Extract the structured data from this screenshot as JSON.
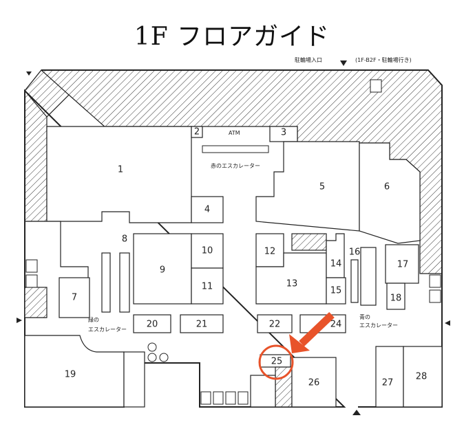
{
  "title": "1F フロアガイド",
  "top_entrance": {
    "label": "駐輪場入口",
    "note": "(1F-B2F・駐輪場行き)"
  },
  "escalators": {
    "red": "赤のエスカレーター",
    "green_line1": "緑の",
    "green_line2": "エスカレーター",
    "blue_line1": "青の",
    "blue_line2": "エスカレーター"
  },
  "rooms": [
    "1",
    "2",
    "3",
    "4",
    "5",
    "6",
    "7",
    "8",
    "9",
    "10",
    "11",
    "12",
    "13",
    "14",
    "15",
    "16",
    "17",
    "18",
    "19",
    "20",
    "21",
    "22",
    "24",
    "25",
    "26",
    "27",
    "28"
  ],
  "highlighted_room": "25",
  "colors": {
    "highlight": "#e8532a",
    "hatch": "#222222"
  },
  "icons": [
    "elevator-icon",
    "atm-icon",
    "parking-icon",
    "info-icon",
    "aed-icon",
    "toilet-icon"
  ]
}
